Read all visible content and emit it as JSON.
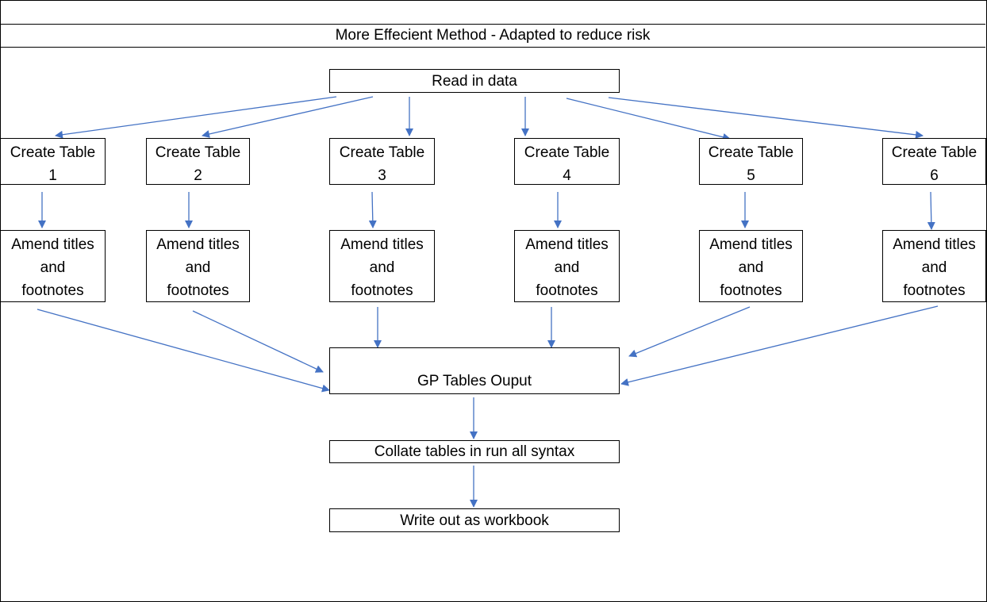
{
  "title": "More Effecient Method - Adapted to reduce risk",
  "read_in": "Read in data",
  "tables": [
    {
      "line1": "Create Table",
      "line2": "1"
    },
    {
      "line1": "Create Table",
      "line2": "2"
    },
    {
      "line1": "Create Table",
      "line2": "3"
    },
    {
      "line1": "Create Table",
      "line2": "4"
    },
    {
      "line1": "Create Table",
      "line2": "5"
    },
    {
      "line1": "Create Table",
      "line2": "6"
    }
  ],
  "amend": {
    "line1": "Amend titles",
    "line2": "and",
    "line3": "footnotes"
  },
  "output": "GP Tables Ouput",
  "collate": "Collate tables in run all syntax",
  "write_out": "Write out as workbook",
  "colors": {
    "arrow": "#4472C4",
    "border": "#000000",
    "background": "#FFFFFF"
  }
}
